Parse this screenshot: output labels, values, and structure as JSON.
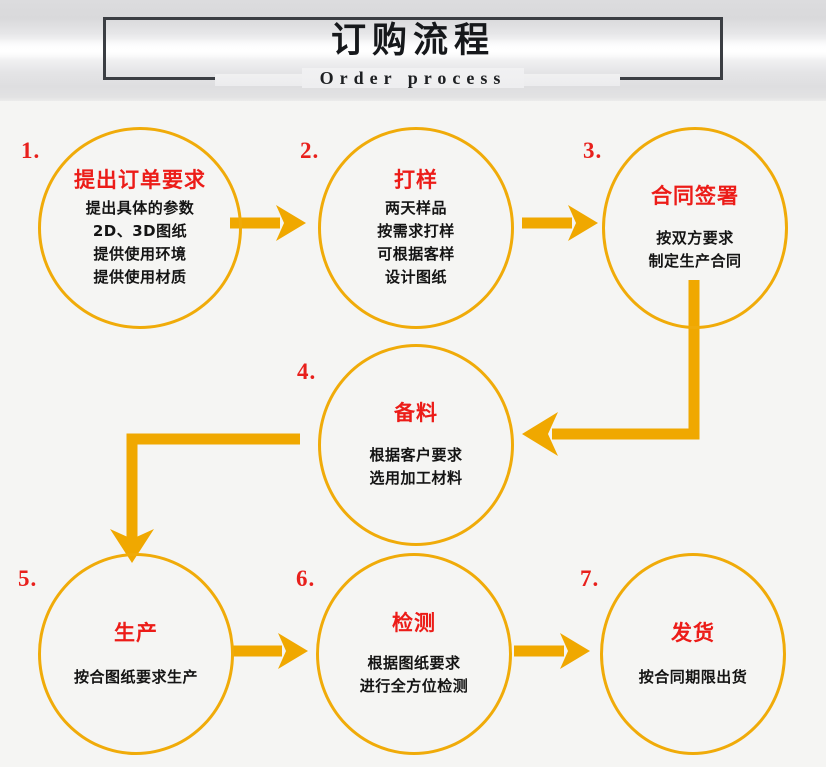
{
  "header": {
    "title_cn": "订购流程",
    "title_en": "Order process"
  },
  "colors": {
    "circle_stroke": "#f0ab09",
    "arrow": "#f0a800",
    "node_title": "#ec1c18",
    "node_number": "#e8201c",
    "node_body": "#141414",
    "frame": "#3b3e43",
    "background": "#f5f5f3"
  },
  "flow": {
    "nodes": [
      {
        "number": "1.",
        "title": "提出订单要求",
        "lines": [
          "提出具体的参数",
          "2D、3D图纸",
          "提供使用环境",
          "提供使用材质"
        ]
      },
      {
        "number": "2.",
        "title": "打样",
        "lines": [
          "两天样品",
          "按需求打样",
          "可根据客样",
          "设计图纸"
        ]
      },
      {
        "number": "3.",
        "title": "合同签署",
        "lines": [
          "按双方要求",
          "制定生产合同"
        ]
      },
      {
        "number": "4.",
        "title": "备料",
        "lines": [
          "根据客户要求",
          "选用加工材料"
        ]
      },
      {
        "number": "5.",
        "title": "生产",
        "lines": [
          "按合图纸要求生产"
        ]
      },
      {
        "number": "6.",
        "title": "检测",
        "lines": [
          "根据图纸要求",
          "进行全方位检测"
        ]
      },
      {
        "number": "7.",
        "title": "发货",
        "lines": [
          "按合同期限出货"
        ]
      }
    ],
    "connectors": [
      {
        "from": "1",
        "to": "2",
        "shape": "arrow-right"
      },
      {
        "from": "2",
        "to": "3",
        "shape": "arrow-right"
      },
      {
        "from": "3",
        "to": "4",
        "shape": "elbow-down-left"
      },
      {
        "from": "4",
        "to": "5",
        "shape": "elbow-left-down"
      },
      {
        "from": "5",
        "to": "6",
        "shape": "arrow-right"
      },
      {
        "from": "6",
        "to": "7",
        "shape": "arrow-right"
      }
    ]
  }
}
